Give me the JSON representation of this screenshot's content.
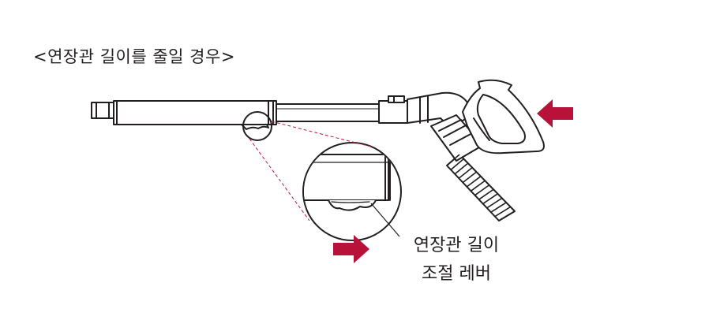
{
  "title": "<연장관 길이를 줄일 경우>",
  "callout": {
    "line1": "연장관 길이",
    "line2": "조절 레버"
  },
  "colors": {
    "arrow": "#b8123a",
    "guide": "#c0163f",
    "stroke": "#231f20"
  }
}
